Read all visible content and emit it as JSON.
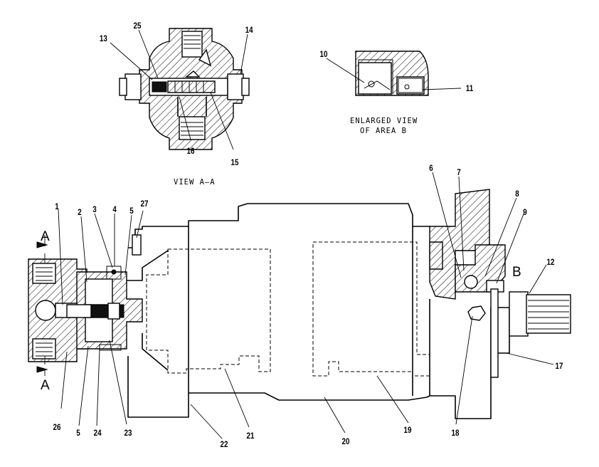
{
  "captions": {
    "view_aa": "VIEW A—A",
    "enlarged_line1": "ENLARGED VIEW",
    "enlarged_line2": "OF AREA B"
  },
  "section_marks": {
    "a_top": "A",
    "a_bottom": "A",
    "b": "B"
  },
  "callouts": {
    "c1": "1",
    "c2": "2",
    "c3": "3",
    "c4": "4",
    "c5_top": "5",
    "c27": "27",
    "c6": "6",
    "c7": "7",
    "c8": "8",
    "c9": "9",
    "c10": "10",
    "c11": "11",
    "c12": "12",
    "c13": "13",
    "c14": "14",
    "c15": "15",
    "c16": "16",
    "c17": "17",
    "c18": "18",
    "c19": "19",
    "c20": "20",
    "c21": "21",
    "c22": "22",
    "c23": "23",
    "c24": "24",
    "c5_bottom": "5",
    "c25": "25",
    "c26": "26"
  }
}
